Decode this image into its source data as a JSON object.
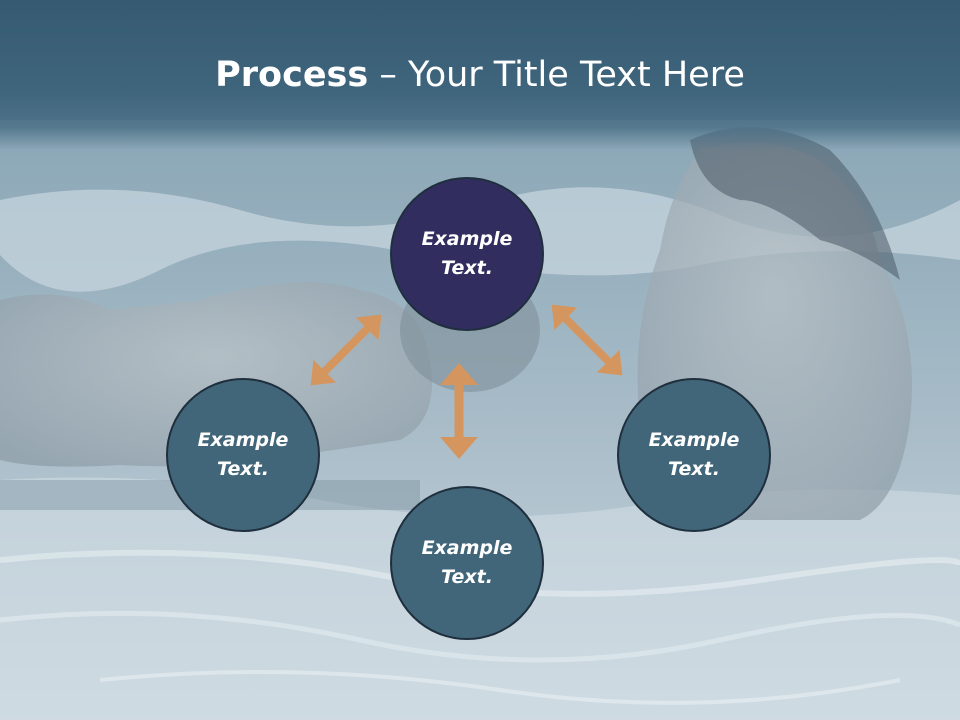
{
  "slide": {
    "title_bold": "Process",
    "title_rest": " – Your Title Text Here"
  },
  "nodes": [
    {
      "text": "Example\nText."
    },
    {
      "text": "Example\nText."
    },
    {
      "text": "Example\nText."
    },
    {
      "text": "Example\nText."
    }
  ],
  "colors": {
    "title_band": "#3f657d",
    "node_primary": "#312e5f",
    "node_secondary": "#416679",
    "arrow": "#d4965e"
  }
}
